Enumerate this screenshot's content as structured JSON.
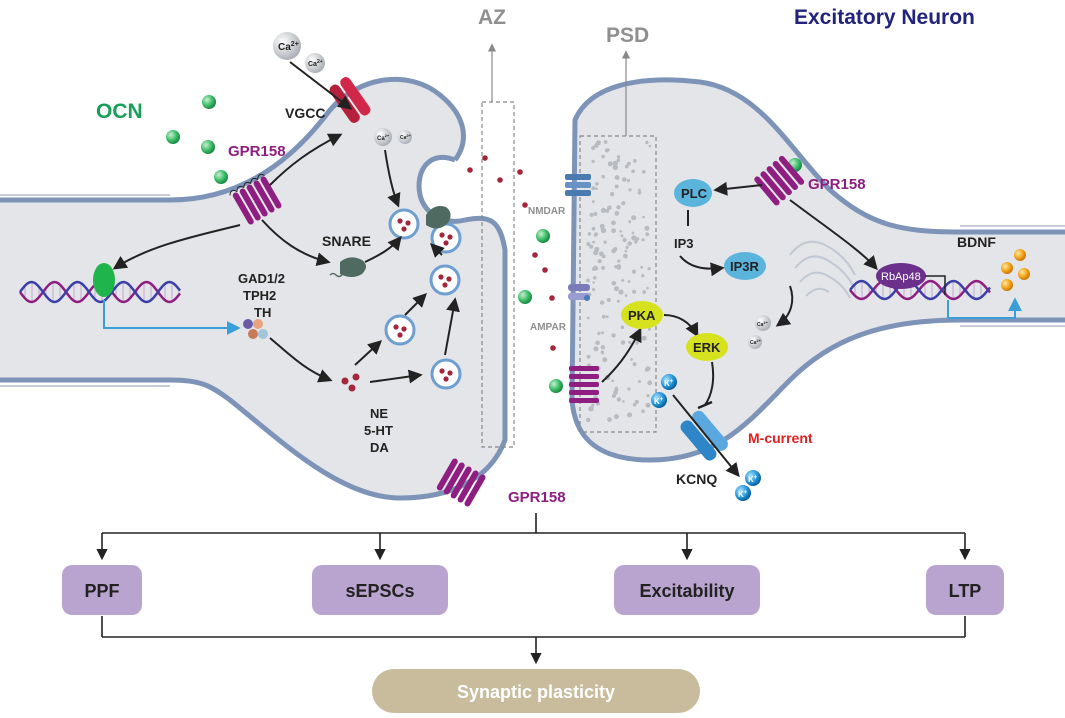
{
  "header": {
    "neuron_type": "Excitatory Neuron",
    "az_label": "AZ",
    "psd_label": "PSD"
  },
  "presynaptic": {
    "ocn_label": "OCN",
    "gpr158_label": "GPR158",
    "vgcc_label": "VGCC",
    "ca_label_large": "Ca",
    "ca_sup": "2+",
    "snare_label": "SNARE",
    "enzymes": [
      "GAD1/2",
      "TPH2",
      "TH"
    ],
    "transmitters": [
      "NE",
      "5-HT",
      "DA"
    ],
    "gpr158_bottom_label": "GPR158"
  },
  "postsynaptic": {
    "nmdar_label": "NMDAR",
    "ampar_label": "AMPAR",
    "gpr158_label": "GPR158",
    "plc_label": "PLC",
    "ip3_label": "IP3",
    "ip3r_label": "IP3R",
    "rbap48_label": "RbAp48",
    "bdnf_label": "BDNF",
    "pka_label": "PKA",
    "erk_label": "ERK",
    "kcnq_label": "KCNQ",
    "m_current_label": "M-current",
    "k_label": "K",
    "k_sup": "+",
    "ca_small": "Ca",
    "ca_small_sup": "2+"
  },
  "outcomes": {
    "boxes": [
      "PPF",
      "sEPSCs",
      "Excitability",
      "LTP"
    ],
    "final": "Synaptic plasticity"
  },
  "colors": {
    "purple": "#8e1e80",
    "green_text": "#18a05a",
    "navy": "#22237b",
    "membrane": "#7d94b8",
    "cytoplasm": "#e4e5e8",
    "box_fill": "#b9a3cf",
    "final_fill": "#c8bc9d",
    "cyan": "#5ab4dc",
    "yellow_green": "#d6e21e",
    "red": "#e02020"
  }
}
